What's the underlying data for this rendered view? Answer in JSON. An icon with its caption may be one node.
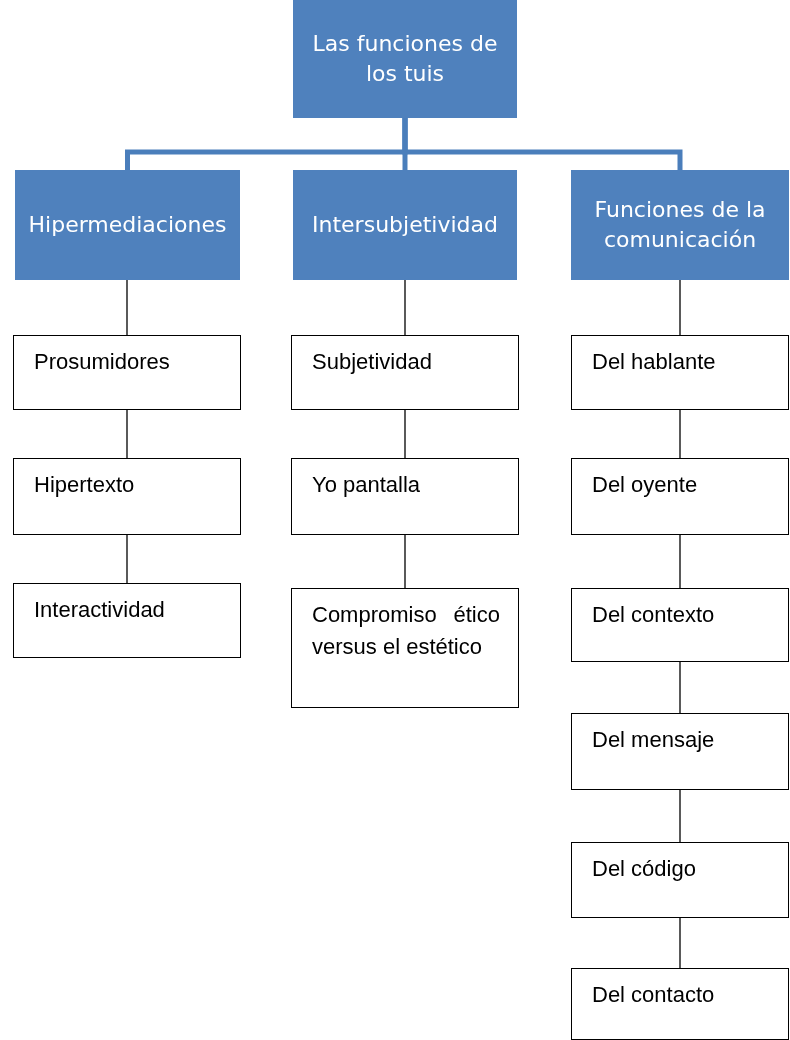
{
  "diagram": {
    "nodes": [
      {
        "text": [
          "Las funciones de los tuis"
        ]
      },
      {
        "text": [
          "Hipermediaciones"
        ]
      },
      {
        "text": [
          "Intersubjetividad"
        ]
      },
      {
        "text": [
          "Funciones de la comunicación"
        ]
      },
      {
        "text": [
          "Prosumidores"
        ]
      },
      {
        "text": [
          "Hipertexto"
        ]
      },
      {
        "text": [
          "Interactividad"
        ]
      },
      {
        "text": [
          "Subjetividad"
        ]
      },
      {
        "text": [
          "Yo pantalla"
        ]
      },
      {
        "text": [
          "Compromiso ético versus el estético"
        ]
      },
      {
        "text": [
          "Del hablante"
        ]
      },
      {
        "text": [
          "Del oyente"
        ]
      },
      {
        "text": [
          "Del contexto"
        ]
      },
      {
        "text": [
          "Del mensaje"
        ]
      },
      {
        "text": [
          "Del código"
        ]
      },
      {
        "text": [
          "Del contacto"
        ]
      }
    ],
    "edges": [
      {
        "from": 0,
        "to": 1,
        "arrow": "none",
        "style": "thick",
        "color": "#4a7ebb"
      },
      {
        "from": 0,
        "to": 2,
        "arrow": "none",
        "style": "thick",
        "color": "#4a7ebb"
      },
      {
        "from": 0,
        "to": 3,
        "arrow": "none",
        "style": "thick",
        "color": "#4a7ebb"
      },
      {
        "from": 1,
        "to": 4,
        "arrow": "none"
      },
      {
        "from": 4,
        "to": 5,
        "arrow": "none"
      },
      {
        "from": 5,
        "to": 6,
        "arrow": "none"
      },
      {
        "from": 2,
        "to": 7,
        "arrow": "none"
      },
      {
        "from": 7,
        "to": 8,
        "arrow": "none"
      },
      {
        "from": 8,
        "to": 9,
        "arrow": "none"
      },
      {
        "from": 3,
        "to": 10,
        "arrow": "none"
      },
      {
        "from": 10,
        "to": 11,
        "arrow": "none"
      },
      {
        "from": 11,
        "to": 12,
        "arrow": "none"
      },
      {
        "from": 12,
        "to": 13,
        "arrow": "none"
      },
      {
        "from": 13,
        "to": 14,
        "arrow": "none"
      },
      {
        "from": 14,
        "to": 15,
        "arrow": "none"
      }
    ]
  }
}
